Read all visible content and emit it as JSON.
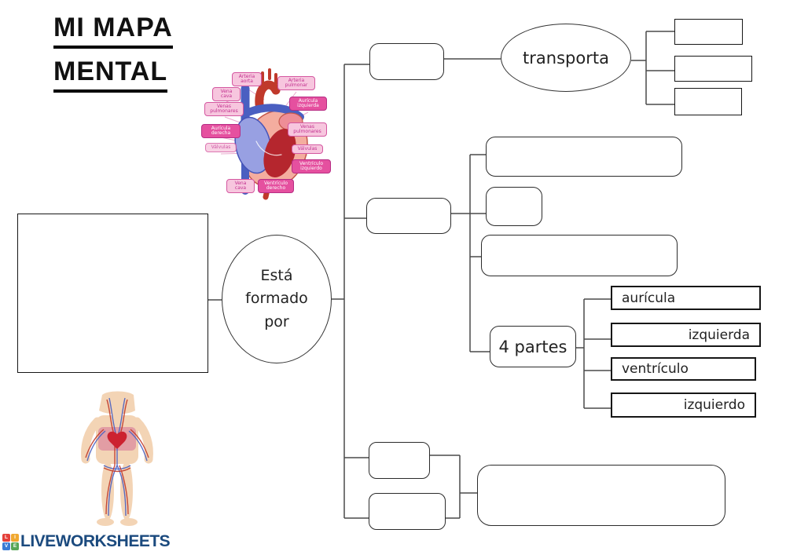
{
  "title": {
    "line1": "MI MAPA",
    "line2": "MENTAL"
  },
  "nodes": {
    "formado_line1": "Está",
    "formado_line2": "formado",
    "formado_line3": "por",
    "transporta": "transporta",
    "partes": "4 partes"
  },
  "parts": [
    {
      "label": "aurícula"
    },
    {
      "label": "izquierda"
    },
    {
      "label": "ventrículo"
    },
    {
      "label": "izquierdo"
    }
  ],
  "heart_diagram": {
    "labels": [
      {
        "text": "Arteria aorta",
        "style": "light"
      },
      {
        "text": "Arteria pulmonar",
        "style": "light"
      },
      {
        "text": "Vena cava",
        "style": "light"
      },
      {
        "text": "Venas pulmonares",
        "style": "light"
      },
      {
        "text": "Aurícula derecha",
        "style": "dark"
      },
      {
        "text": "Aurícula izquierda",
        "style": "dark"
      },
      {
        "text": "Venas pulmonares",
        "style": "light"
      },
      {
        "text": "Válvulas",
        "style": "light"
      },
      {
        "text": "Válvulas",
        "style": "light"
      },
      {
        "text": "Ventrículo izquierdo",
        "style": "dark"
      },
      {
        "text": "Vena cava",
        "style": "light"
      },
      {
        "text": "Ventrículo derecho",
        "style": "dark"
      }
    ]
  },
  "logo": {
    "text": "LIVEWORKSHEETS",
    "icon_letters": [
      "L",
      "I",
      "V",
      "E"
    ]
  },
  "colors": {
    "line": "#4a4a4a",
    "border": "#2b2b2b",
    "label-pink-bg": "#f7c6de",
    "label-pink-text": "#c2308f",
    "label-magenta-bg": "#e5509f",
    "label-magenta-text": "#ffffff",
    "logo-navy": "#1b4a7e",
    "logo-red": "#e4403a",
    "logo-yellow": "#f0a830",
    "logo-blue": "#3a7bd5",
    "logo-green": "#57a657",
    "skin": "#f3d4b5",
    "vessel-red": "#c0392b",
    "vessel-blue": "#4a5fc1",
    "heart-red": "#cc2230"
  }
}
